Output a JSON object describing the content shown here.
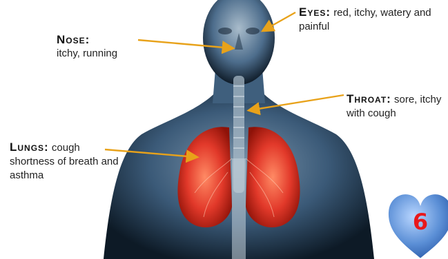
{
  "labels": {
    "eyes": {
      "term": "Eyes:",
      "text": "red, itchy, watery and painful"
    },
    "nose": {
      "term": "Nose:",
      "line1": "itchy, running"
    },
    "throat": {
      "term": "Throat:",
      "text": "sore, itchy with cough"
    },
    "lungs": {
      "term": "Lungs:",
      "text": "cough shortness of breath and asthma"
    }
  },
  "badge": {
    "value": "6"
  },
  "colors": {
    "arrow": "#e8a21a",
    "lungs": "#e2392a",
    "body": "#3b5a78",
    "badge_fill": "#5b8fd6",
    "badge_text": "#e8181c"
  }
}
